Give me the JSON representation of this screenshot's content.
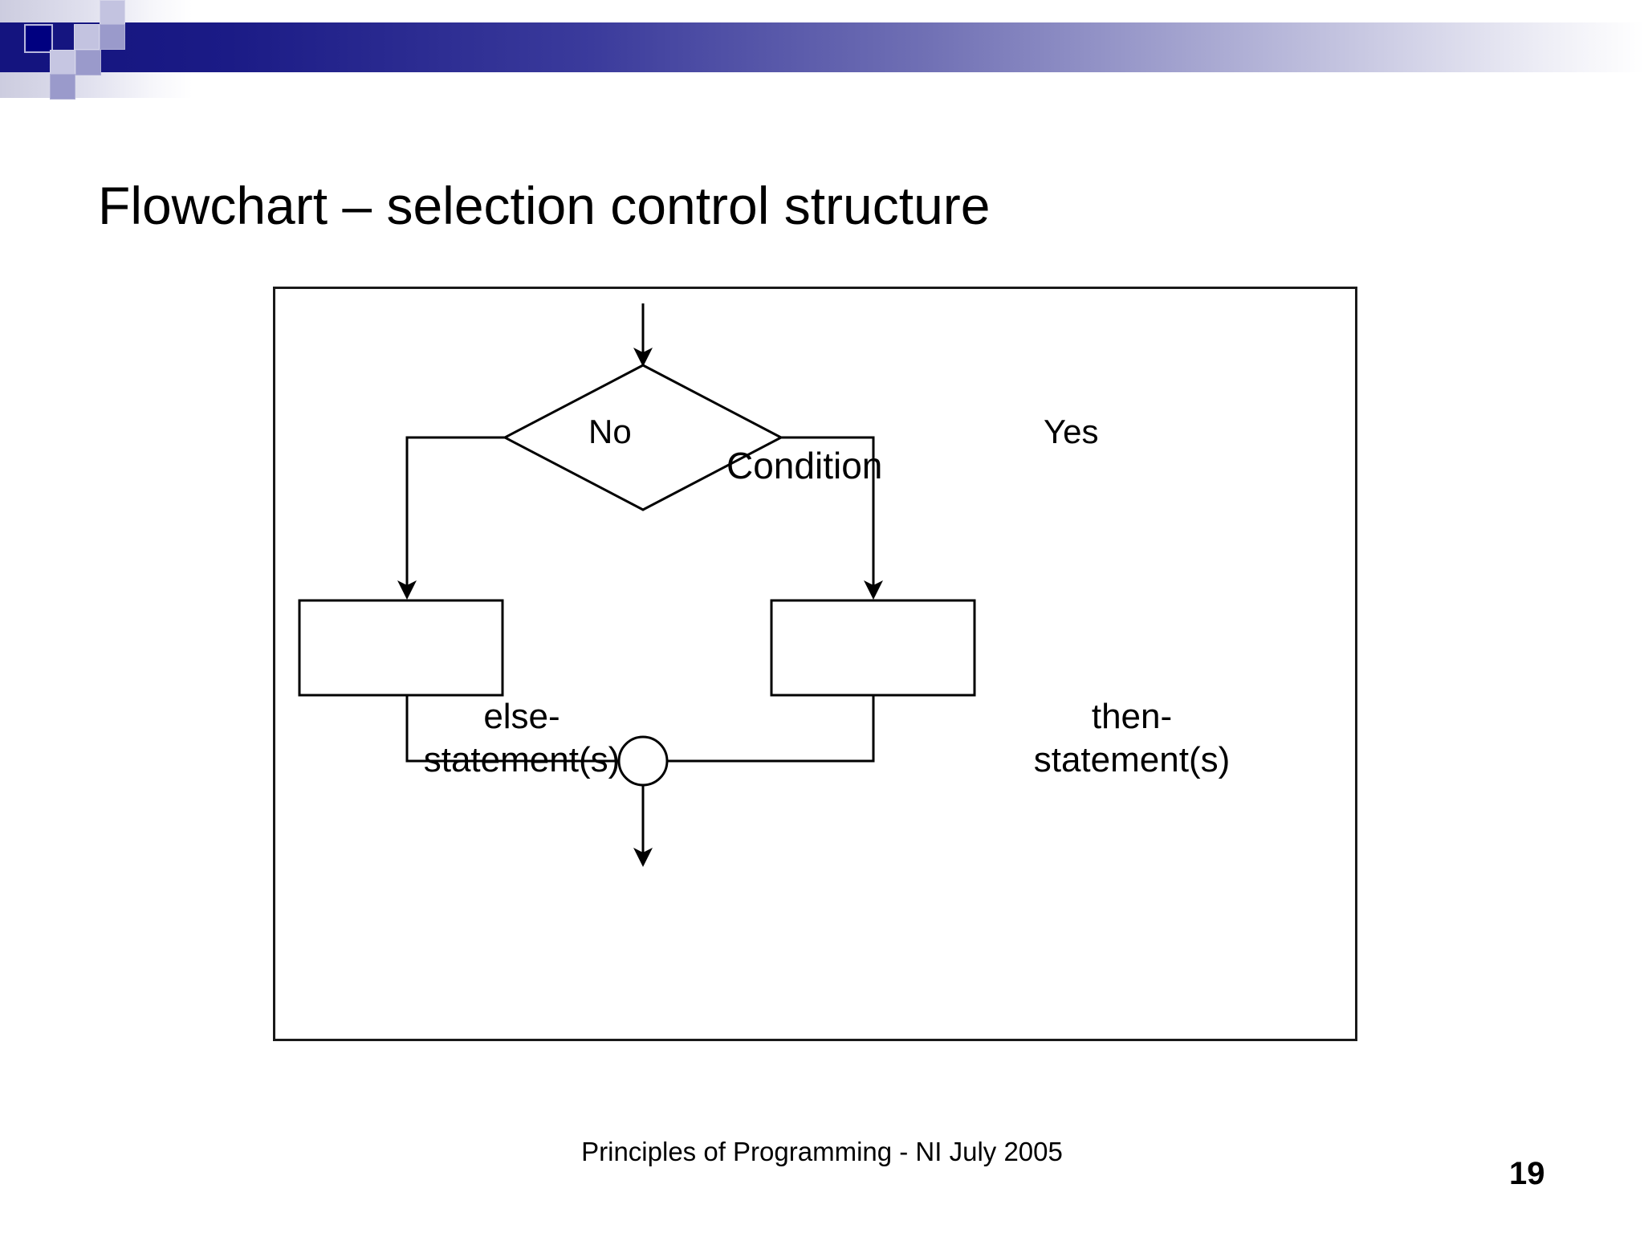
{
  "slide": {
    "title": "Flowchart – selection control structure",
    "footer": "Principles of Programming - NI July 2005",
    "page_number": "19",
    "background_color": "#ffffff",
    "accent_color": "#000080",
    "band_color_dark": "#14147f",
    "band_color_light": "#ffffff"
  },
  "diagram": {
    "type": "flowchart",
    "name": "selection-control-structure",
    "decision": {
      "label": "Condition",
      "shape": "diamond"
    },
    "branches": [
      {
        "label": "No",
        "side": "left",
        "target": "else-statement(s)"
      },
      {
        "label": "Yes",
        "side": "right",
        "target": "then-statement(s)"
      }
    ],
    "process_boxes": [
      {
        "name": "else-box",
        "line1": "else-",
        "line2": "statement(s)"
      },
      {
        "name": "then-box",
        "line1": "then-",
        "line2": "statement(s)"
      }
    ],
    "merge_node": {
      "shape": "circle",
      "label": ""
    },
    "stroke_color": "#000000",
    "fill_color": "#ffffff"
  }
}
